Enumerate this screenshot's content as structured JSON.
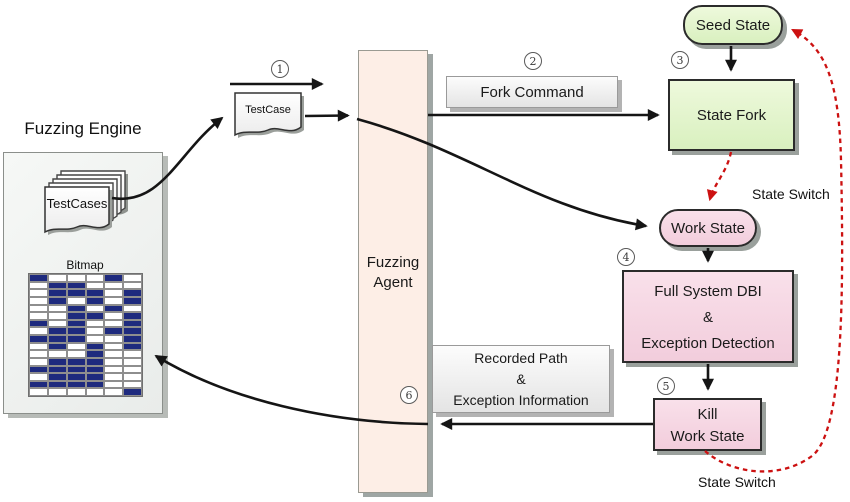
{
  "figure": {
    "engine_title": "Fuzzing Engine",
    "testcases_stack_label": "TestCases",
    "bitmap_label": "Bitmap",
    "testcase_doc_label": "TestCase",
    "agent_label": "Fuzzing Agent"
  },
  "nodes": {
    "fork_command": {
      "label": "Fork Command"
    },
    "seed_state": {
      "label": "Seed State"
    },
    "state_fork": {
      "label": "State Fork"
    },
    "work_state": {
      "label": "Work State"
    },
    "full_system_dbi": {
      "line1": "Full System DBI",
      "line2": "&",
      "line3": "Exception Detection"
    },
    "kill_work_state": {
      "line1": "Kill",
      "line2": "Work State"
    },
    "recorded_path": {
      "line1": "Recorded Path",
      "line2": "&",
      "line3": "Exception Information"
    }
  },
  "labels": {
    "state_switch_top": "State Switch",
    "state_switch_bottom": "State Switch"
  },
  "steps": [
    "1",
    "2",
    "3",
    "4",
    "5",
    "6"
  ],
  "bitmap": {
    "columns": 6,
    "rows": [
      "100010",
      "011000",
      "011101",
      "010101",
      "001010",
      "001101",
      "101001",
      "011011",
      "111001",
      "010101",
      "000100",
      "011100",
      "111100",
      "011100",
      "111100",
      "000001"
    ]
  },
  "colors": {
    "green": "#d9f0bf",
    "pink": "#f2cddc",
    "agent_bg": "#fdeee6",
    "navy": "#1e2a7e",
    "arrow_black": "#151515",
    "arrow_red": "#cc1111"
  }
}
